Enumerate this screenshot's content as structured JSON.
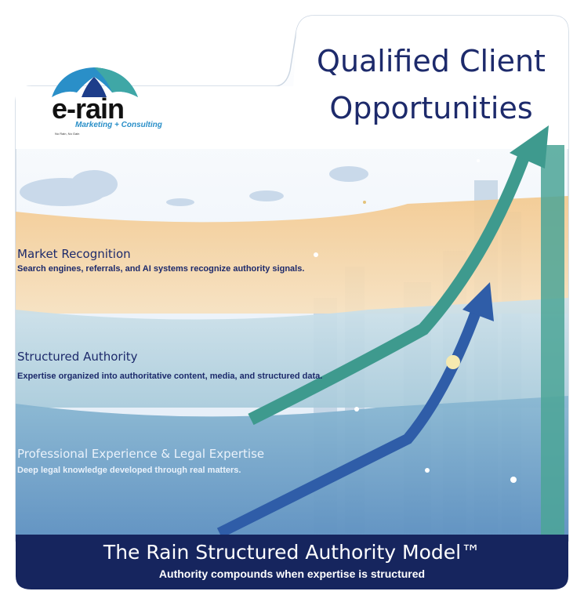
{
  "title": {
    "line1": "Qualified Client",
    "line2": "Opportunities"
  },
  "logo": {
    "word": "e-rain",
    "subtitle": "Marketing + Consulting",
    "tagline": "No Rain, No Gain"
  },
  "layers": [
    {
      "heading": "Market Recognition",
      "description": "Search engines, referrals, and AI systems recognize authority signals."
    },
    {
      "heading": "Structured Authority",
      "description": "Expertise organized into authoritative content, media, and structured data."
    },
    {
      "heading": "Professional Experience & Legal Expertise",
      "description": "Deep legal knowledge developed through real matters."
    }
  ],
  "footer": {
    "title": "The Rain Structured Authority Model™",
    "subtitle": "Authority compounds when expertise is structured"
  },
  "colors": {
    "navy": "#16255e",
    "orange": "#f2c48a",
    "teal": "#3e9a8e",
    "blue": "#2f5da8"
  }
}
